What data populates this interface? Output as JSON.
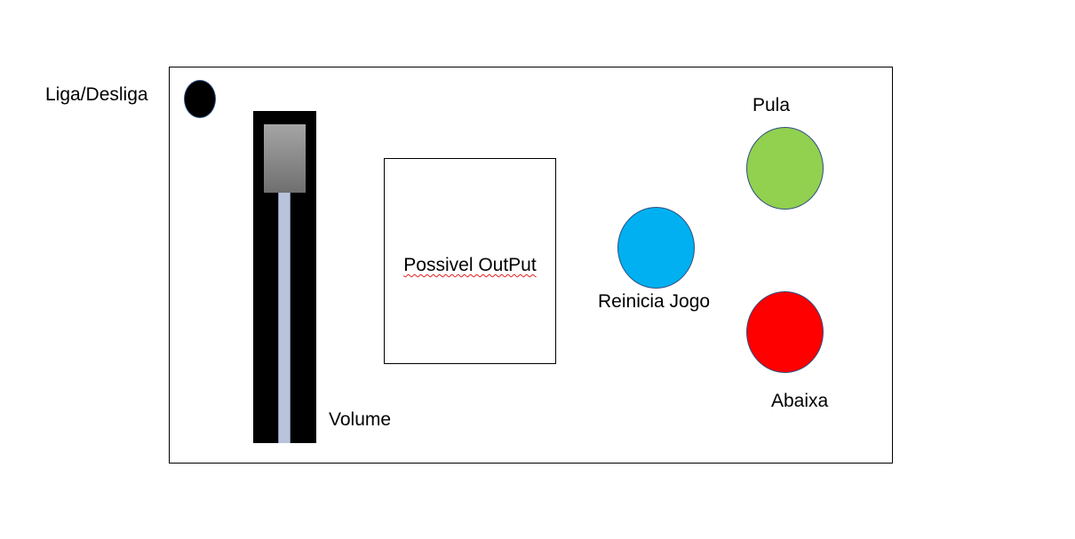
{
  "controls": {
    "power": {
      "label": "Liga/Desliga"
    },
    "volume": {
      "label": "Volume"
    },
    "output": {
      "label": "Possivel OutPut"
    },
    "restart": {
      "label": "Reinicia Jogo",
      "color": "#00b0f0"
    },
    "jump": {
      "label": "Pula",
      "color": "#92d050"
    },
    "duck": {
      "label": "Abaixa",
      "color": "#ff0000"
    }
  }
}
